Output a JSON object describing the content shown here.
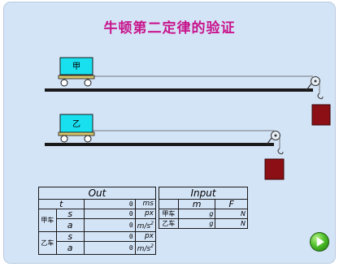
{
  "title": "牛顿第二定律的验证",
  "carts": [
    {
      "label": "甲"
    },
    {
      "label": "乙"
    }
  ],
  "output": {
    "header": "Out",
    "var_t": "t",
    "t_value": "0",
    "t_unit": "ms",
    "rows": [
      {
        "cart": "甲车",
        "s_label": "s",
        "s_value": "0",
        "s_unit": "px",
        "a_label": "a",
        "a_value": "0",
        "a_unit": "m/s"
      },
      {
        "cart": "乙车",
        "s_label": "s",
        "s_value": "0",
        "s_unit": "px",
        "a_label": "a",
        "a_value": "0",
        "a_unit": "m/s"
      }
    ],
    "exponent": "2"
  },
  "input": {
    "header": "Input",
    "col_m": "m",
    "col_F": "F",
    "rows": [
      {
        "cart": "甲车",
        "m_unit": "g",
        "F_unit": "N"
      },
      {
        "cart": "乙车",
        "m_unit": "g",
        "F_unit": "N"
      }
    ]
  },
  "colors": {
    "title": "#c8148c",
    "cart_body": "#19e0ef",
    "cart_base": "#d8c46a",
    "weight": "#8b0f14",
    "background": "#d4e4f7",
    "next_button": "#4fbf2b"
  },
  "icons": {
    "next": "play-arrow-icon"
  }
}
